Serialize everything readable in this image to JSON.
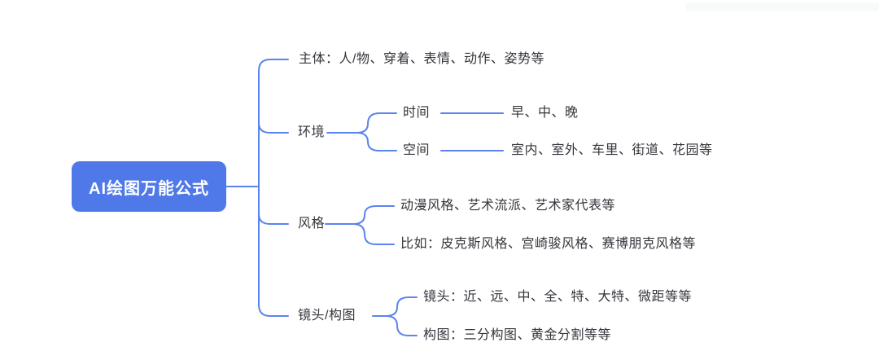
{
  "colors": {
    "accent": "#5b84ec",
    "root-bg": "#4f79e8",
    "root-text": "#ffffff",
    "text": "#35353c",
    "canvas-bg": "#ffffff",
    "watermark": "#f8f9fa"
  },
  "root": {
    "label": "AI绘图万能公式"
  },
  "branches": [
    {
      "label": "主体：人/物、穿着、表情、动作、姿势等"
    },
    {
      "label": "环境",
      "children": [
        {
          "label": "时间",
          "children": [
            {
              "label": "早、中、晚"
            }
          ]
        },
        {
          "label": "空间",
          "children": [
            {
              "label": "室内、室外、车里、街道、花园等"
            }
          ]
        }
      ]
    },
    {
      "label": "风格",
      "children": [
        {
          "label": "动漫风格、艺术流派、艺术家代表等"
        },
        {
          "label": "比如：皮克斯风格、宫崎骏风格、赛博朋克风格等"
        }
      ]
    },
    {
      "label": "镜头/构图",
      "children": [
        {
          "label": "镜头：近、远、中、全、特、大特、微距等等"
        },
        {
          "label": "构图：三分构图、黄金分割等等"
        }
      ]
    }
  ]
}
